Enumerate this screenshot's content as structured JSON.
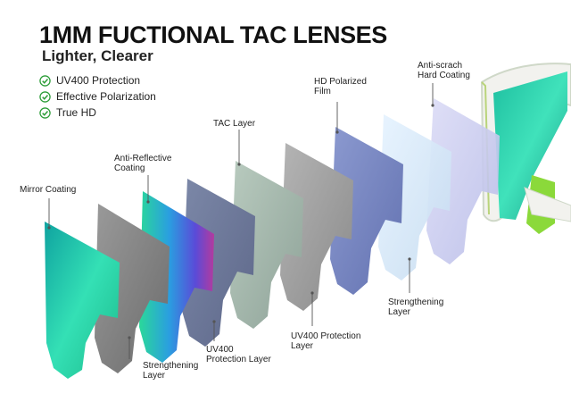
{
  "title": "1MM FUCTIONAL TAC LENSES",
  "subtitle": "Lighter, Clearer",
  "features": [
    {
      "label": "UV400 Protection",
      "icon": "check-circle-icon"
    },
    {
      "label": "Effective Polarization",
      "icon": "check-circle-icon"
    },
    {
      "label": "True HD",
      "icon": "check-circle-icon"
    }
  ],
  "layers": {
    "mirror_coating": "Mirror Coating",
    "strengthening_layer_1": [
      "Strengthening",
      "Layer"
    ],
    "anti_reflective_coating": [
      "Anti-Reflective",
      "Coating"
    ],
    "uv400_protection_layer_1": [
      "UV400",
      "Protection Layer"
    ],
    "tac_layer": "TAC Layer",
    "uv400_protection_layer_2": [
      "UV400 Protection",
      "Layer"
    ],
    "hd_polarized_film": [
      "HD Polarized",
      "Film"
    ],
    "strengthening_layer_2": [
      "Strengthening",
      "Layer"
    ],
    "anti_scratch_hard_coating": [
      "Anti-scrach",
      "Hard Coating"
    ]
  },
  "colors": {
    "check_green": "#2e9e3a",
    "mirror_teal": "#2fd9a8",
    "frame_lime": "#8bd93a"
  }
}
